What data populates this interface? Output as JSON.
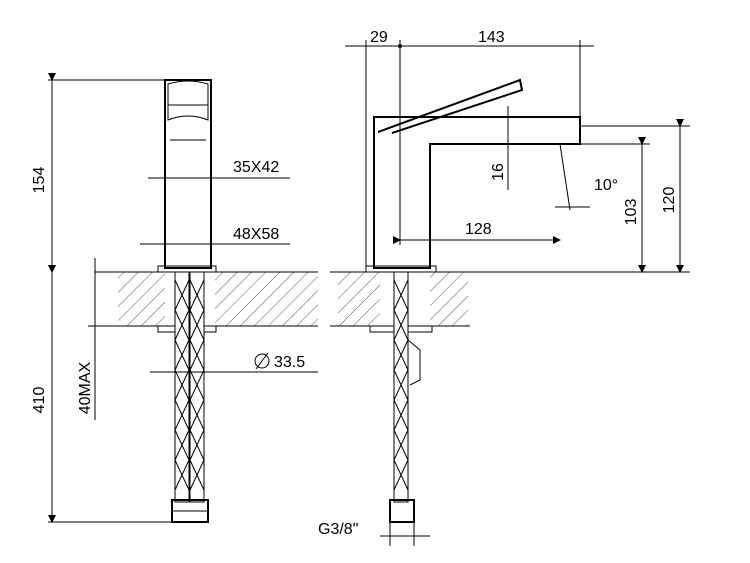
{
  "labels": {
    "height_154": "154",
    "height_410": "410",
    "max_40": "40MAX",
    "size_35x42": "35X42",
    "size_48x58": "48X58",
    "diameter_33_5": "33.5",
    "width_29": "29",
    "width_143": "143",
    "height_16": "16",
    "angle_10": "10°",
    "height_103": "103",
    "height_120": "120",
    "length_128": "128",
    "thread_g38": "G3/8\""
  }
}
